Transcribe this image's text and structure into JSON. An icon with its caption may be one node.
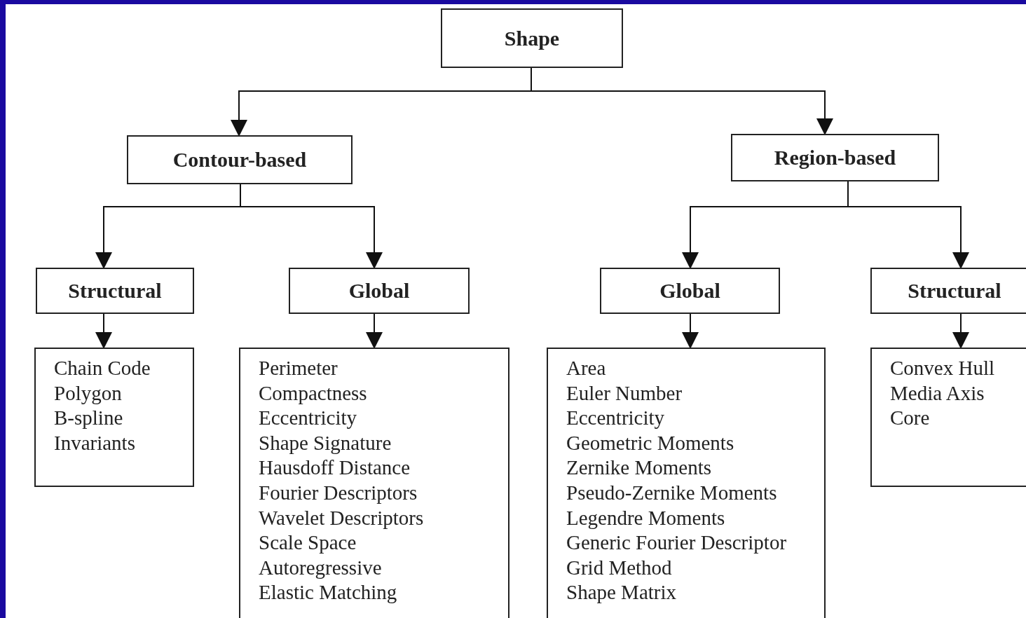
{
  "diagram": {
    "nodes": [
      {
        "text": [
          "Shape"
        ]
      },
      {
        "text": [
          "Contour-based"
        ]
      },
      {
        "text": [
          "Region-based"
        ]
      },
      {
        "text": [
          "Structural"
        ]
      },
      {
        "text": [
          "Global"
        ]
      },
      {
        "text": [
          "Global"
        ]
      },
      {
        "text": [
          "Structural"
        ]
      },
      {
        "text": [
          "Chain Code",
          "Polygon",
          "B-spline",
          "Invariants"
        ]
      },
      {
        "text": [
          "Perimeter",
          "Compactness",
          "Eccentricity",
          "Shape Signature",
          "Hausdoff Distance",
          "Fourier Descriptors",
          "Wavelet Descriptors",
          "Scale Space",
          "Autoregressive",
          "Elastic Matching"
        ]
      },
      {
        "text": [
          "Area",
          "Euler Number",
          "Eccentricity",
          "Geometric Moments",
          "Zernike Moments",
          "Pseudo-Zernike Moments",
          "Legendre Moments",
          "Generic Fourier Descriptor",
          "Grid Method",
          "Shape Matrix"
        ]
      },
      {
        "text": [
          "Convex Hull",
          "Media Axis",
          "Core"
        ]
      }
    ],
    "edges": [
      {
        "from": 0,
        "to": 1,
        "arrow": "to"
      },
      {
        "from": 0,
        "to": 2,
        "arrow": "to"
      },
      {
        "from": 1,
        "to": 3,
        "arrow": "to"
      },
      {
        "from": 1,
        "to": 4,
        "arrow": "to"
      },
      {
        "from": 2,
        "to": 5,
        "arrow": "to"
      },
      {
        "from": 2,
        "to": 6,
        "arrow": "to"
      },
      {
        "from": 3,
        "to": 7,
        "arrow": "to"
      },
      {
        "from": 4,
        "to": 8,
        "arrow": "to"
      },
      {
        "from": 5,
        "to": 9,
        "arrow": "to"
      },
      {
        "from": 6,
        "to": 10,
        "arrow": "to"
      }
    ]
  }
}
